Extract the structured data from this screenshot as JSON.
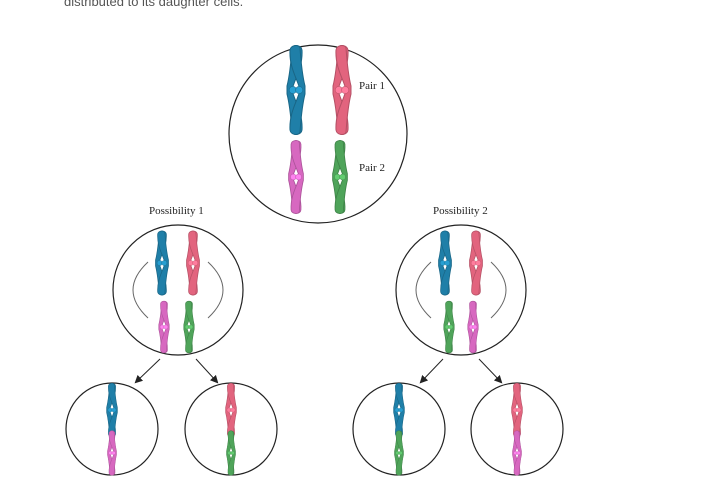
{
  "intro_text": "distributed to its daughter cells.",
  "labels": {
    "pair1": "Pair 1",
    "pair2": "Pair 2",
    "possibility1": "Possibility 1",
    "possibility2": "Possibility 2"
  },
  "colors": {
    "blue": "#1f7fa8",
    "red": "#e2647e",
    "magenta": "#d768c0",
    "green": "#4fa45a"
  }
}
